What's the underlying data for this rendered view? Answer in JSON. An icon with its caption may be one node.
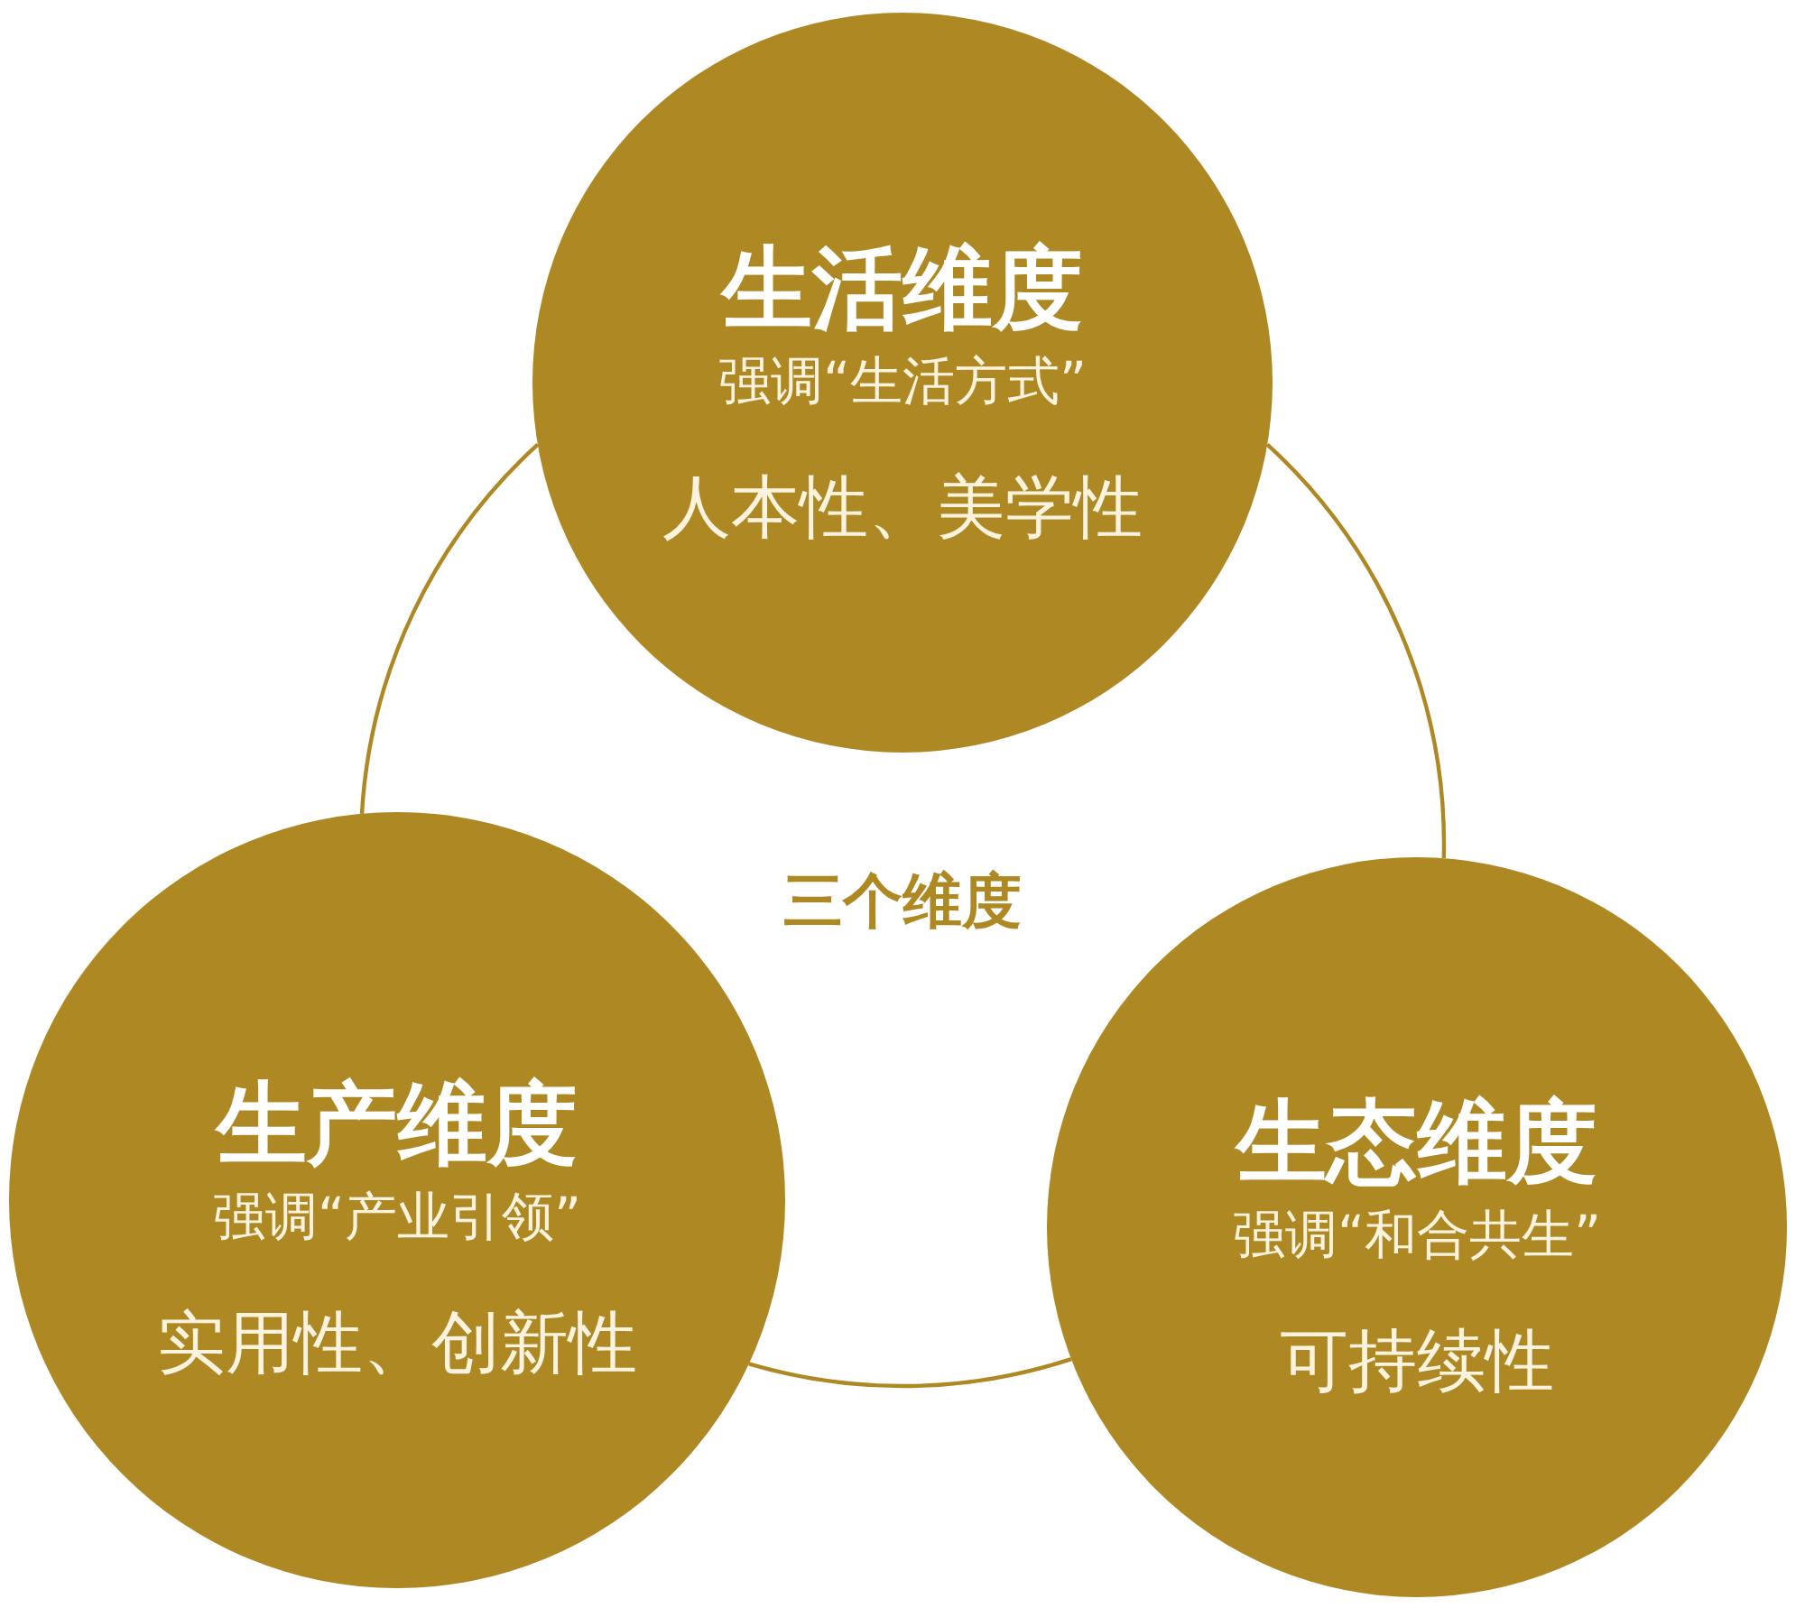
{
  "diagram": {
    "nodes": [
      {
        "text": [
          "生活维度",
          "强调“生活方式”",
          "人本性、美学性"
        ]
      },
      {
        "text": [
          "生产维度",
          "强调“产业引领”",
          "实用性、创新性"
        ]
      },
      {
        "text": [
          "生态维度",
          "强调“和合共生”",
          "可持续性"
        ]
      }
    ],
    "edges": [
      {
        "from": 0,
        "to": 1,
        "arrow": "none"
      },
      {
        "from": 0,
        "to": 2,
        "arrow": "none"
      },
      {
        "from": 1,
        "to": 2,
        "arrow": "none"
      }
    ],
    "labels": [
      "三个维度"
    ]
  }
}
